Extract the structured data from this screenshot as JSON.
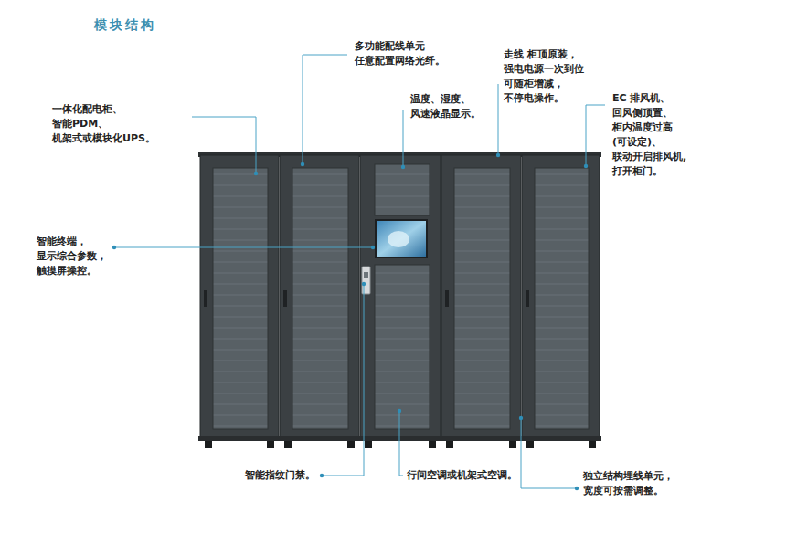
{
  "diagram": {
    "title": "模块结构",
    "labels": [
      "多功能配线单元 任意配置网络光纤。",
      "走线 柜顶原装，强电电源一次到位 可随柜增减，不停电操作。",
      "一体化配电柜、智能PDM、 机架式或模块化UPS。",
      "温度、湿度、 风速液晶显示。",
      "EC 排风机、 回风侧顶置、 柜内温度过高(可设定)、 联动开启排风机,打开柜门。",
      "智能终端， 显示综合参数， 触摸屏操控。",
      "智能指纹门禁。",
      "行间空调或机架式空调。",
      "独立结构埋线单元， 宽度可按需调整。"
    ]
  }
}
